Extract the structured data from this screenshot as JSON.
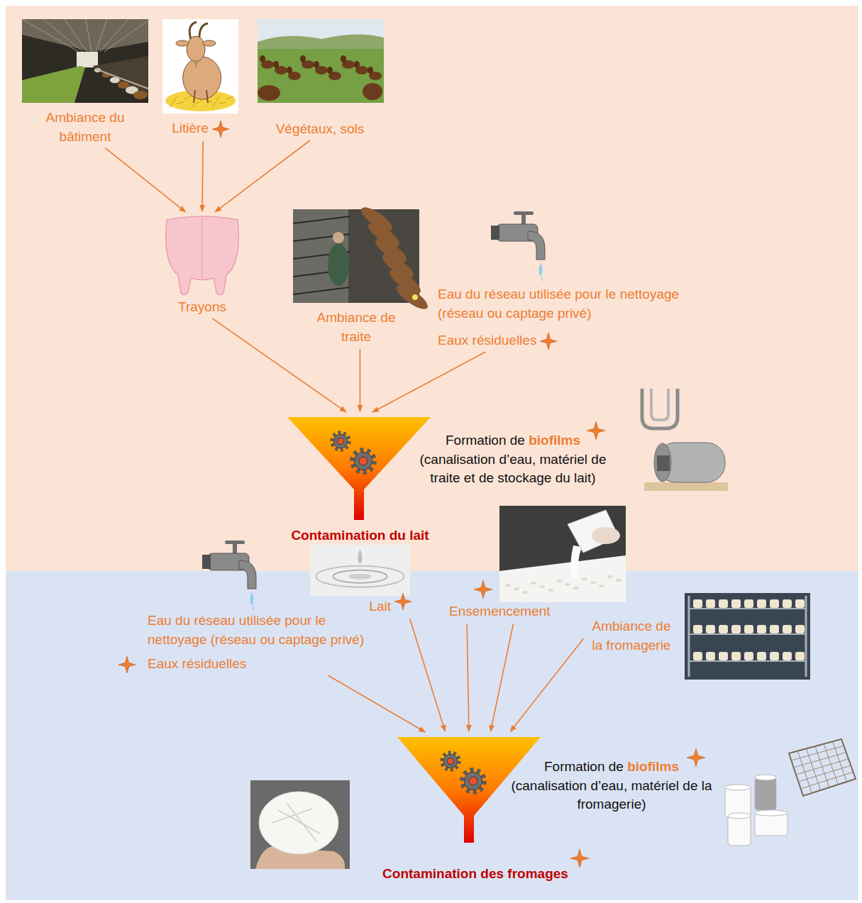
{
  "diagram": {
    "nodes": [
      {
        "text": [
          "Ambiance du bâtiment"
        ]
      },
      {
        "text": [
          "Litière"
        ]
      },
      {
        "text": [
          "Végétaux, sols"
        ]
      },
      {
        "text": [
          "Trayons"
        ]
      },
      {
        "text": [
          "Ambiance de traite"
        ]
      },
      {
        "text": [
          "Eau du réseau utilisée pour le nettoyage (réseau ou captage privé)",
          "Eaux résiduelles"
        ]
      },
      {
        "text": [
          "Contamination du lait"
        ]
      },
      {
        "text": [
          "Eau du réseau utilisée pour le nettoyage (réseau ou captage privé)",
          "Eaux résiduelles"
        ]
      },
      {
        "text": [
          "Lait"
        ]
      },
      {
        "text": [
          "Ensemencement"
        ]
      },
      {
        "text": [
          "Ambiance de la fromagerie"
        ]
      },
      {
        "text": [
          "Contamination des fromages"
        ]
      }
    ],
    "edges": [
      {
        "from": 0,
        "to": 3,
        "arrow": "to"
      },
      {
        "from": 1,
        "to": 3,
        "arrow": "to"
      },
      {
        "from": 2,
        "to": 3,
        "arrow": "to"
      },
      {
        "from": 3,
        "to": 6,
        "arrow": "to"
      },
      {
        "from": 4,
        "to": 6,
        "arrow": "to"
      },
      {
        "from": 5,
        "to": 6,
        "arrow": "to"
      },
      {
        "from": 7,
        "to": 11,
        "arrow": "to"
      },
      {
        "from": 8,
        "to": 11,
        "arrow": "to"
      },
      {
        "from": 9,
        "to": 11,
        "arrow": "to"
      },
      {
        "from": 9,
        "to": 11,
        "arrow": "to"
      },
      {
        "from": 10,
        "to": 11,
        "arrow": "to"
      }
    ],
    "labels": [
      "Formation de biofilms (canalisation d’eau, matériel de traite et de stockage du lait)",
      "Formation de biofilms (canalisation d’eau, matériel de la fromagerie)"
    ]
  }
}
